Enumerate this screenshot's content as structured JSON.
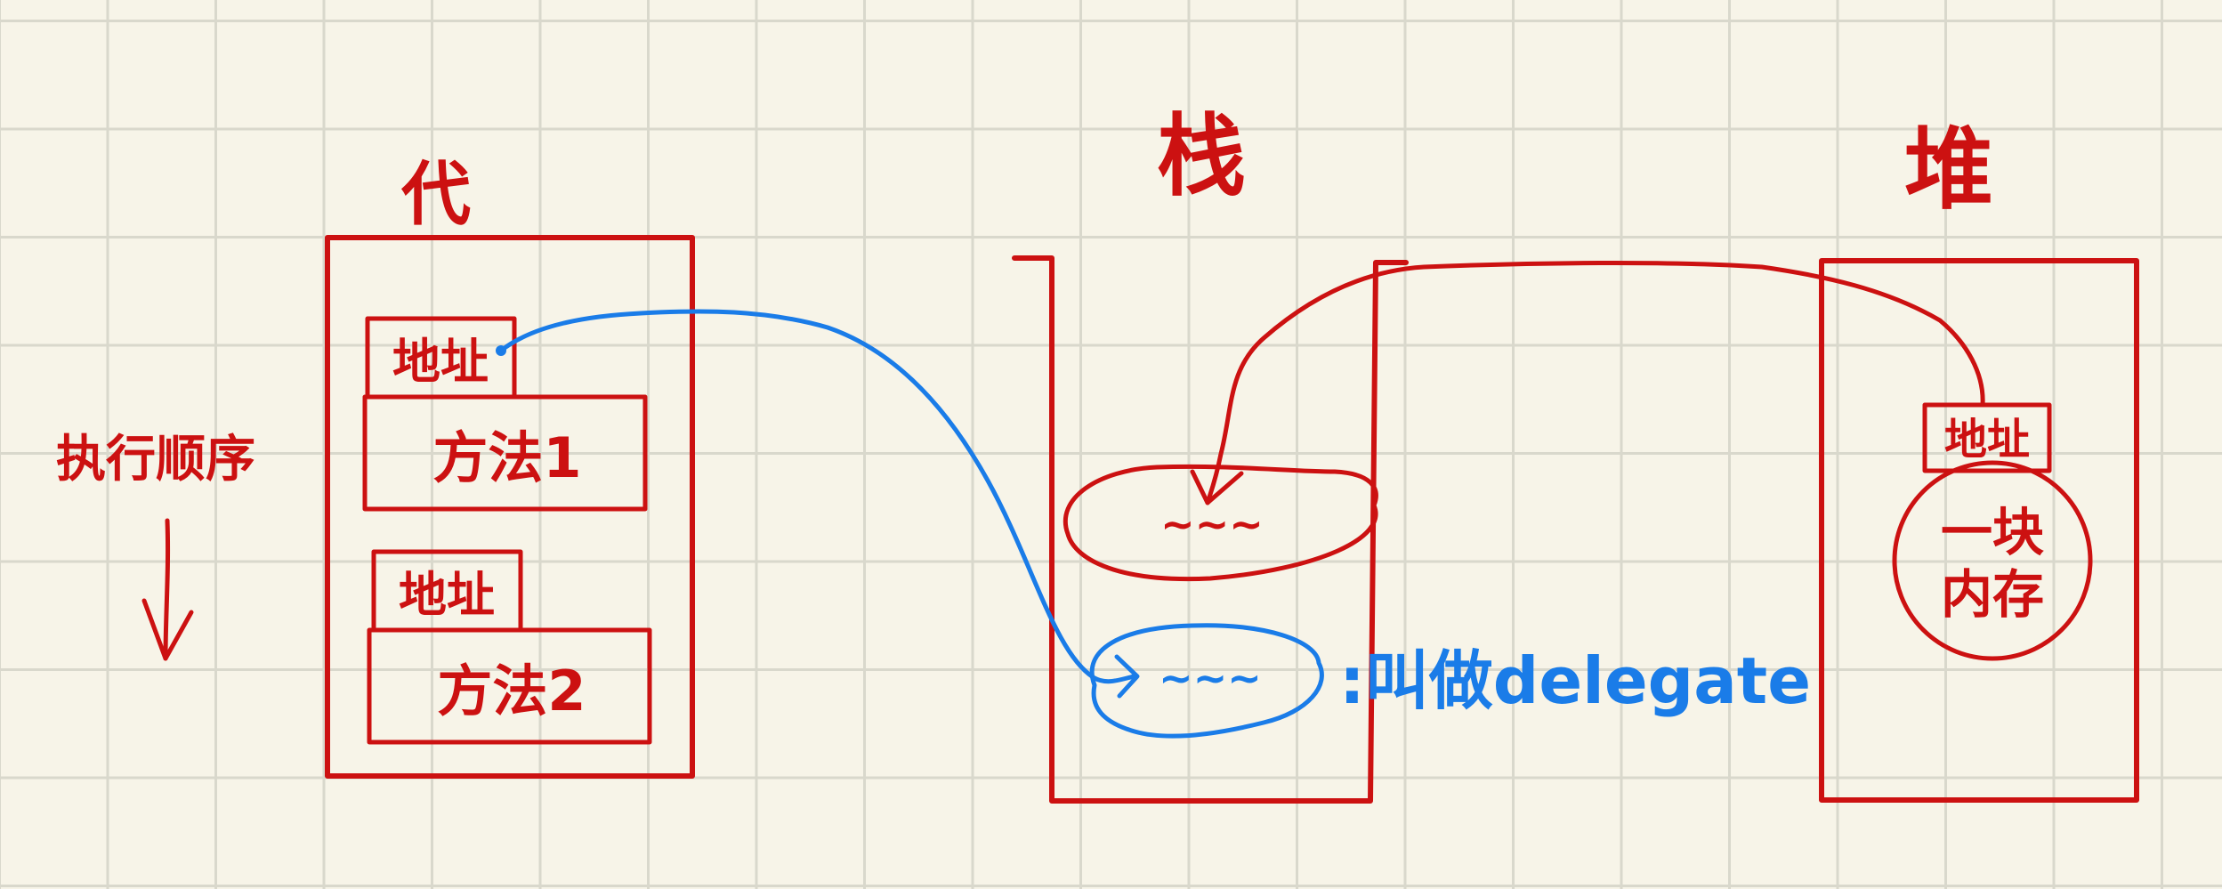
{
  "colors": {
    "background": "#f7f4e8",
    "grid": "#d9d8cc",
    "red_ink": "#cc1111",
    "blue_ink": "#1a7ce8"
  },
  "code_area": {
    "title": "代",
    "blocks": [
      {
        "address_label": "地址",
        "method_label": "方法1"
      },
      {
        "address_label": "地址",
        "method_label": "方法2"
      }
    ]
  },
  "execution_order": {
    "label": "执行顺序"
  },
  "stack": {
    "title": "栈",
    "item_symbol": "~~~",
    "delegate_symbol": "~~~",
    "delegate_note": ":叫做delegate"
  },
  "heap": {
    "title": "堆",
    "address_label": "地址",
    "memory_label_line1": "一块",
    "memory_label_line2": "内存"
  }
}
